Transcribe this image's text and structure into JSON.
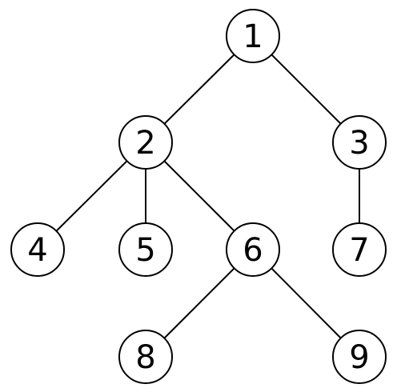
{
  "diagram": {
    "type": "tree",
    "nodes": [
      {
        "id": "n1",
        "label": "1"
      },
      {
        "id": "n2",
        "label": "2"
      },
      {
        "id": "n3",
        "label": "3"
      },
      {
        "id": "n4",
        "label": "4"
      },
      {
        "id": "n5",
        "label": "5"
      },
      {
        "id": "n6",
        "label": "6"
      },
      {
        "id": "n7",
        "label": "7"
      },
      {
        "id": "n8",
        "label": "8"
      },
      {
        "id": "n9",
        "label": "9"
      }
    ],
    "edges": [
      {
        "from": "n1",
        "to": "n2"
      },
      {
        "from": "n1",
        "to": "n3"
      },
      {
        "from": "n2",
        "to": "n4"
      },
      {
        "from": "n2",
        "to": "n5"
      },
      {
        "from": "n2",
        "to": "n6"
      },
      {
        "from": "n3",
        "to": "n7"
      },
      {
        "from": "n6",
        "to": "n8"
      },
      {
        "from": "n6",
        "to": "n9"
      }
    ],
    "colors": {
      "stroke": "#000000",
      "fill": "#ffffff",
      "text": "#000000"
    }
  }
}
